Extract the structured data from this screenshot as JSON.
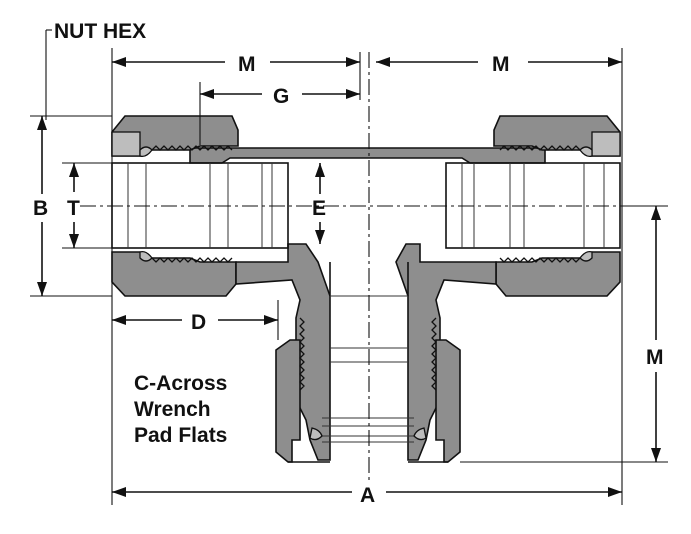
{
  "labels": {
    "nut_hex": "NUT HEX",
    "m_left": "M",
    "m_right": "M",
    "m_vertical": "M",
    "g": "G",
    "b": "B",
    "t": "T",
    "e": "E",
    "d": "D",
    "a": "A"
  },
  "note": {
    "line1": "C-Across",
    "line2": "Wrench",
    "line3": "Pad Flats"
  }
}
